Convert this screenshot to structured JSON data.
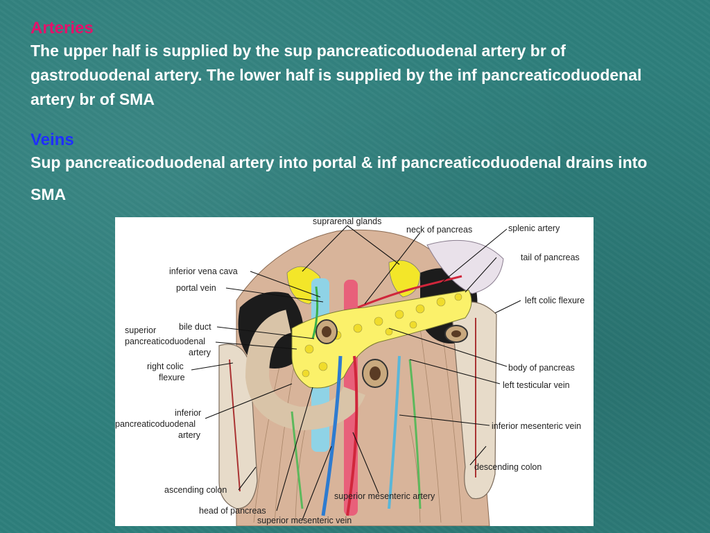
{
  "arteries": {
    "heading": "Arteries",
    "text": "The upper half is supplied by the sup pancreaticoduodenal artery br of gastroduodenal artery. The lower half is supplied by the inf pancreaticoduodenal artery br of SMA"
  },
  "veins": {
    "heading": "Veins",
    "text": "Sup pancreaticoduodenal artery into portal & inf pancreaticoduodenal drains into SMA"
  },
  "figure": {
    "labels": {
      "suprarenal_glands": "suprarenal glands",
      "neck_of_pancreas": "neck of pancreas",
      "splenic_artery": "splenic artery",
      "inferior_vena_cava": "inferior vena cava",
      "tail_of_pancreas": "tail of pancreas",
      "portal_vein": "portal vein",
      "left_colic_flexure": "left colic flexure",
      "superior": "superior",
      "bile_duct": "bile duct",
      "pancreaticoduodenal_sup": "pancreaticoduodenal",
      "artery_sup": "artery",
      "right_colic": "right colic",
      "flexure": "flexure",
      "body_of_pancreas": "body of pancreas",
      "left_testicular_vein": "left testicular vein",
      "inferior": "inferior",
      "pancreaticoduodenal_inf": "pancreaticoduodenal",
      "artery_inf": "artery",
      "inferior_mesenteric_vein": "inferior mesenteric vein",
      "descending_colon": "descending colon",
      "ascending_colon": "ascending colon",
      "superior_mesenteric_artery": "superior mesenteric artery",
      "head_of_pancreas": "head of pancreas",
      "superior_mesenteric_vein": "superior mesenteric vein"
    }
  }
}
